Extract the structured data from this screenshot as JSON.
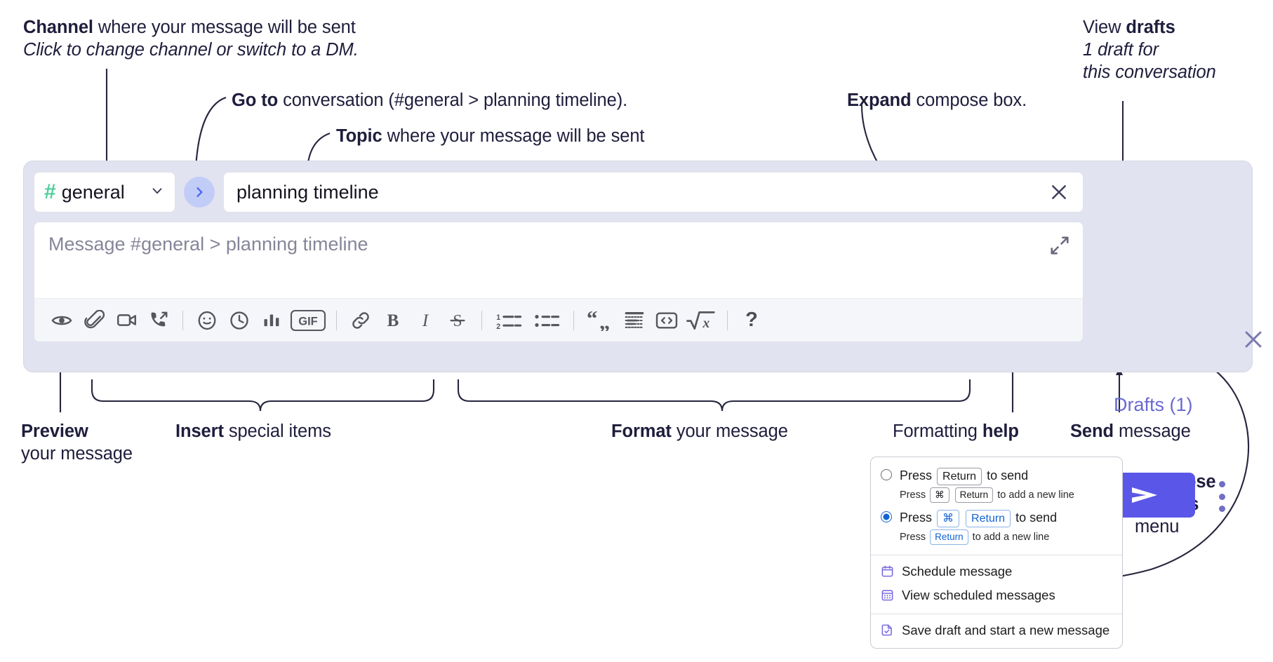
{
  "annotations": {
    "channel": {
      "bold": "Channel",
      "rest": " where your message will be sent",
      "italic": "Click to change channel or switch to a DM."
    },
    "goto": {
      "bold": "Go to",
      "rest": " conversation (#general > planning timeline)."
    },
    "topic": {
      "bold": "Topic",
      "rest": " where your message will be sent"
    },
    "expand": {
      "bold": "Expand",
      "rest": " compose box."
    },
    "drafts": {
      "line1_rest": "View ",
      "line1_bold": "drafts",
      "line2": "1 draft for",
      "line3": "this conversation"
    },
    "preview": {
      "bold": "Preview",
      "line2": "your message"
    },
    "insert": {
      "bold": "Insert",
      "rest": " special items"
    },
    "format": {
      "bold": "Format",
      "rest": " your message"
    },
    "help": {
      "rest": "Formatting ",
      "bold": "help"
    },
    "send": {
      "bold": "Send",
      "rest": " message"
    },
    "compose_options": {
      "bold1": "Compose",
      "bold2": "options",
      "rest": "menu"
    }
  },
  "compose": {
    "channel": {
      "hash": "#",
      "name": "general",
      "chevron": "chevron-down"
    },
    "goto_button_label": "go-to-conversation",
    "topic": {
      "value": "planning timeline",
      "clear_label": "clear-topic"
    },
    "message": {
      "placeholder": "Message #general > planning timeline",
      "value": ""
    },
    "expand_label": "expand-compose-box",
    "drafts_label": "Drafts (1)",
    "send_label": "send",
    "kebab_label": "compose-options",
    "close_label": "close-compose",
    "toolbar": [
      {
        "name": "preview-icon",
        "title": "Preview"
      },
      {
        "name": "attachment-icon",
        "title": "Attach file"
      },
      {
        "name": "video-clip-icon",
        "title": "Record video clip"
      },
      {
        "name": "audio-clip-icon",
        "title": "Record audio clip"
      },
      {
        "name": "separator",
        "title": ""
      },
      {
        "name": "emoji-icon",
        "title": "Emoji"
      },
      {
        "name": "clock-icon",
        "title": "Schedule"
      },
      {
        "name": "poll-icon",
        "title": "Poll"
      },
      {
        "name": "gif-icon",
        "title": "GIF",
        "label": "GIF"
      },
      {
        "name": "separator",
        "title": ""
      },
      {
        "name": "link-icon",
        "title": "Link"
      },
      {
        "name": "bold-icon",
        "title": "Bold",
        "label": "B"
      },
      {
        "name": "italic-icon",
        "title": "Italic",
        "label": "I"
      },
      {
        "name": "strikethrough-icon",
        "title": "Strikethrough",
        "label": "S"
      },
      {
        "name": "separator",
        "title": ""
      },
      {
        "name": "ordered-list-icon",
        "title": "Ordered list"
      },
      {
        "name": "bulleted-list-icon",
        "title": "Bulleted list"
      },
      {
        "name": "separator",
        "title": ""
      },
      {
        "name": "blockquote-icon",
        "title": "Blockquote"
      },
      {
        "name": "code-block-icon",
        "title": "Code block"
      },
      {
        "name": "inline-code-icon",
        "title": "Code"
      },
      {
        "name": "math-icon",
        "title": "Math",
        "label": "√x"
      },
      {
        "name": "separator",
        "title": ""
      },
      {
        "name": "formatting-help-icon",
        "title": "Formatting help",
        "label": "?"
      }
    ]
  },
  "options_menu": {
    "option_1": {
      "selected": false,
      "press": "Press",
      "key": "Return",
      "to_send": "to send",
      "sub_press": "Press",
      "sub_key_1": "⌘",
      "sub_key_2": "Return",
      "sub_tail": "to add a new line"
    },
    "option_2": {
      "selected": true,
      "press": "Press",
      "key_1": "⌘",
      "key_2": "Return",
      "to_send": "to send",
      "sub_press": "Press",
      "sub_key": "Return",
      "sub_tail": "to add a new line"
    },
    "items": [
      {
        "icon": "calendar-icon",
        "label": "Schedule message"
      },
      {
        "icon": "calendar-grid-icon",
        "label": "View scheduled messages"
      },
      {
        "icon": "save-draft-icon",
        "label": "Save draft and start a new message",
        "divider_above": true
      }
    ]
  },
  "colors": {
    "accent_purple": "#5a57e8",
    "compose_bg": "#e2e3f0",
    "channel_hash_green": "#4ecf9a",
    "goto_circle": "#c2cdf7",
    "drafts_text": "#6a6ad0",
    "key_blue": "#1264d3"
  }
}
